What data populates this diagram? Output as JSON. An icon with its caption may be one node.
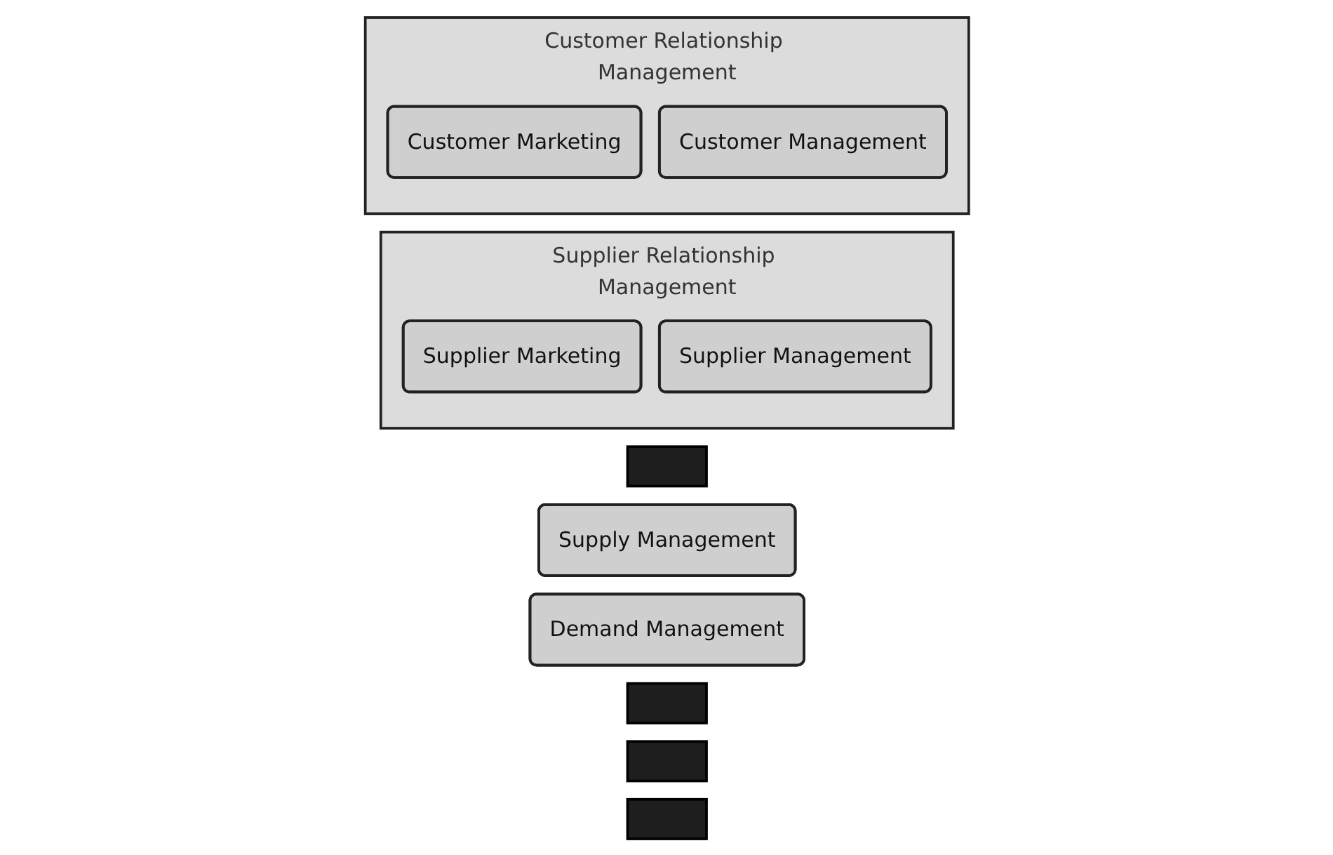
{
  "diagram": {
    "nodes": [
      {
        "text": [],
        "shape": "box"
      },
      {
        "text": [
          "Supply Management"
        ]
      },
      {
        "text": [
          "Demand Management"
        ]
      },
      {
        "text": [
          "Supplier Relationship Management"
        ]
      },
      {
        "text": [
          "Supplier Marketing"
        ],
        "in": 3
      },
      {
        "text": [
          "Supplier Management"
        ],
        "in": 3
      },
      {
        "text": [],
        "shape": "box"
      },
      {
        "text": [
          "Customer Relationship Management"
        ]
      },
      {
        "text": [
          "Customer Marketing"
        ],
        "in": 7
      },
      {
        "text": [
          "Customer Management"
        ],
        "in": 7
      },
      {
        "text": [],
        "shape": "box"
      },
      {
        "text": [],
        "shape": "box"
      }
    ]
  }
}
